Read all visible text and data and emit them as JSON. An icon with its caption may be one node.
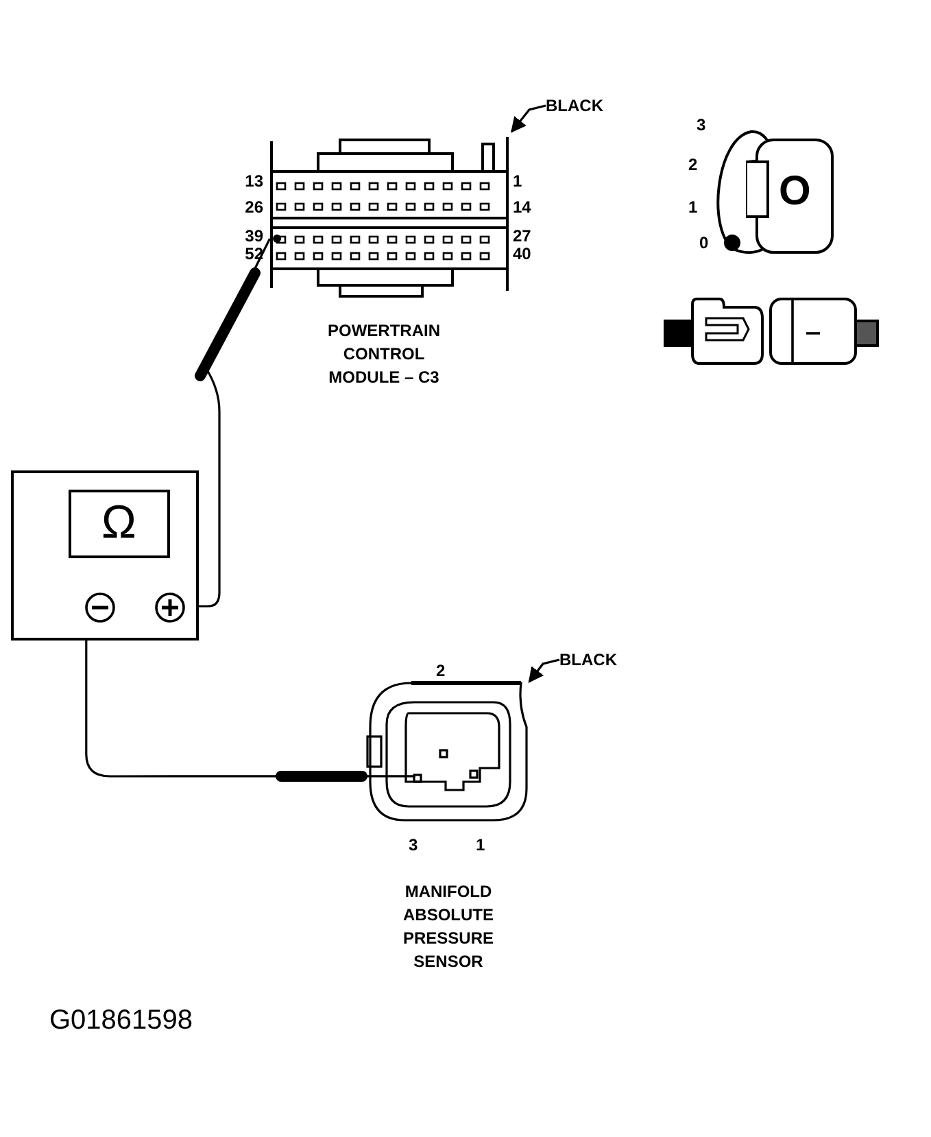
{
  "diagram": {
    "nodes": [
      {
        "text": [
          "POWERTRAIN CONTROL MODULE – C3"
        ]
      },
      {
        "text": [
          "BLACK"
        ]
      },
      {
        "text": [
          "Ω"
        ]
      },
      {
        "text": [
          "MANIFOLD ABSOLUTE PRESSURE SENSOR"
        ]
      },
      {
        "text": [
          "BLACK"
        ]
      }
    ],
    "edges": [
      {
        "from": 2,
        "to": 0,
        "arrow": "none"
      },
      {
        "from": 2,
        "to": 3,
        "arrow": "none"
      },
      {
        "from": 1,
        "to": 0,
        "arrow": "to"
      },
      {
        "from": 4,
        "to": 3,
        "arrow": "to"
      }
    ],
    "labels": [
      "13",
      "1",
      "26",
      "14",
      "39",
      "27",
      "52",
      "40",
      "3",
      "2",
      "1",
      "0",
      "O",
      "2",
      "3",
      "1",
      "G01861598"
    ]
  }
}
